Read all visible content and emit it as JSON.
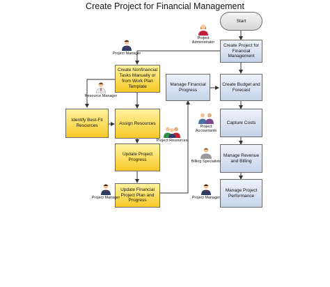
{
  "diagram": {
    "title": "Create Project for Financial Management",
    "nodes": {
      "start": "Start",
      "create_project": "Create Project for Financial Management",
      "create_nonfinancial": "Create Nonfinancial Tasks Manually or from Work Plan Template",
      "identify_resources": "Identify Best-Fit Resources",
      "assign_resources": "Assign Resources",
      "update_progress": "Update Project Progress",
      "update_financial_plan": "Update Financial Project Plan and Progress",
      "manage_financial_progress": "Manage Financial Progress",
      "create_budget": "Create Budget and Forecast",
      "capture_costs": "Capture Costs",
      "manage_revenue": "Manage Revenue and Billing",
      "manage_performance": "Manage Project Performance"
    },
    "actors": {
      "project_administrator": "Project Administrator",
      "project_manager_top": "Project Manager",
      "resource_manager": "Resource Manager",
      "project_resources": "Project Resources",
      "project_accountants": "Project Accountants",
      "billing_specialists": "Billing Specialists",
      "project_manager_bottom_left": "Project Manager",
      "project_manager_bottom_right": "Project Manager"
    },
    "colors": {
      "task_fill": "#f7c928",
      "process_fill": "#c5d3ea",
      "connector": "#333333"
    }
  }
}
